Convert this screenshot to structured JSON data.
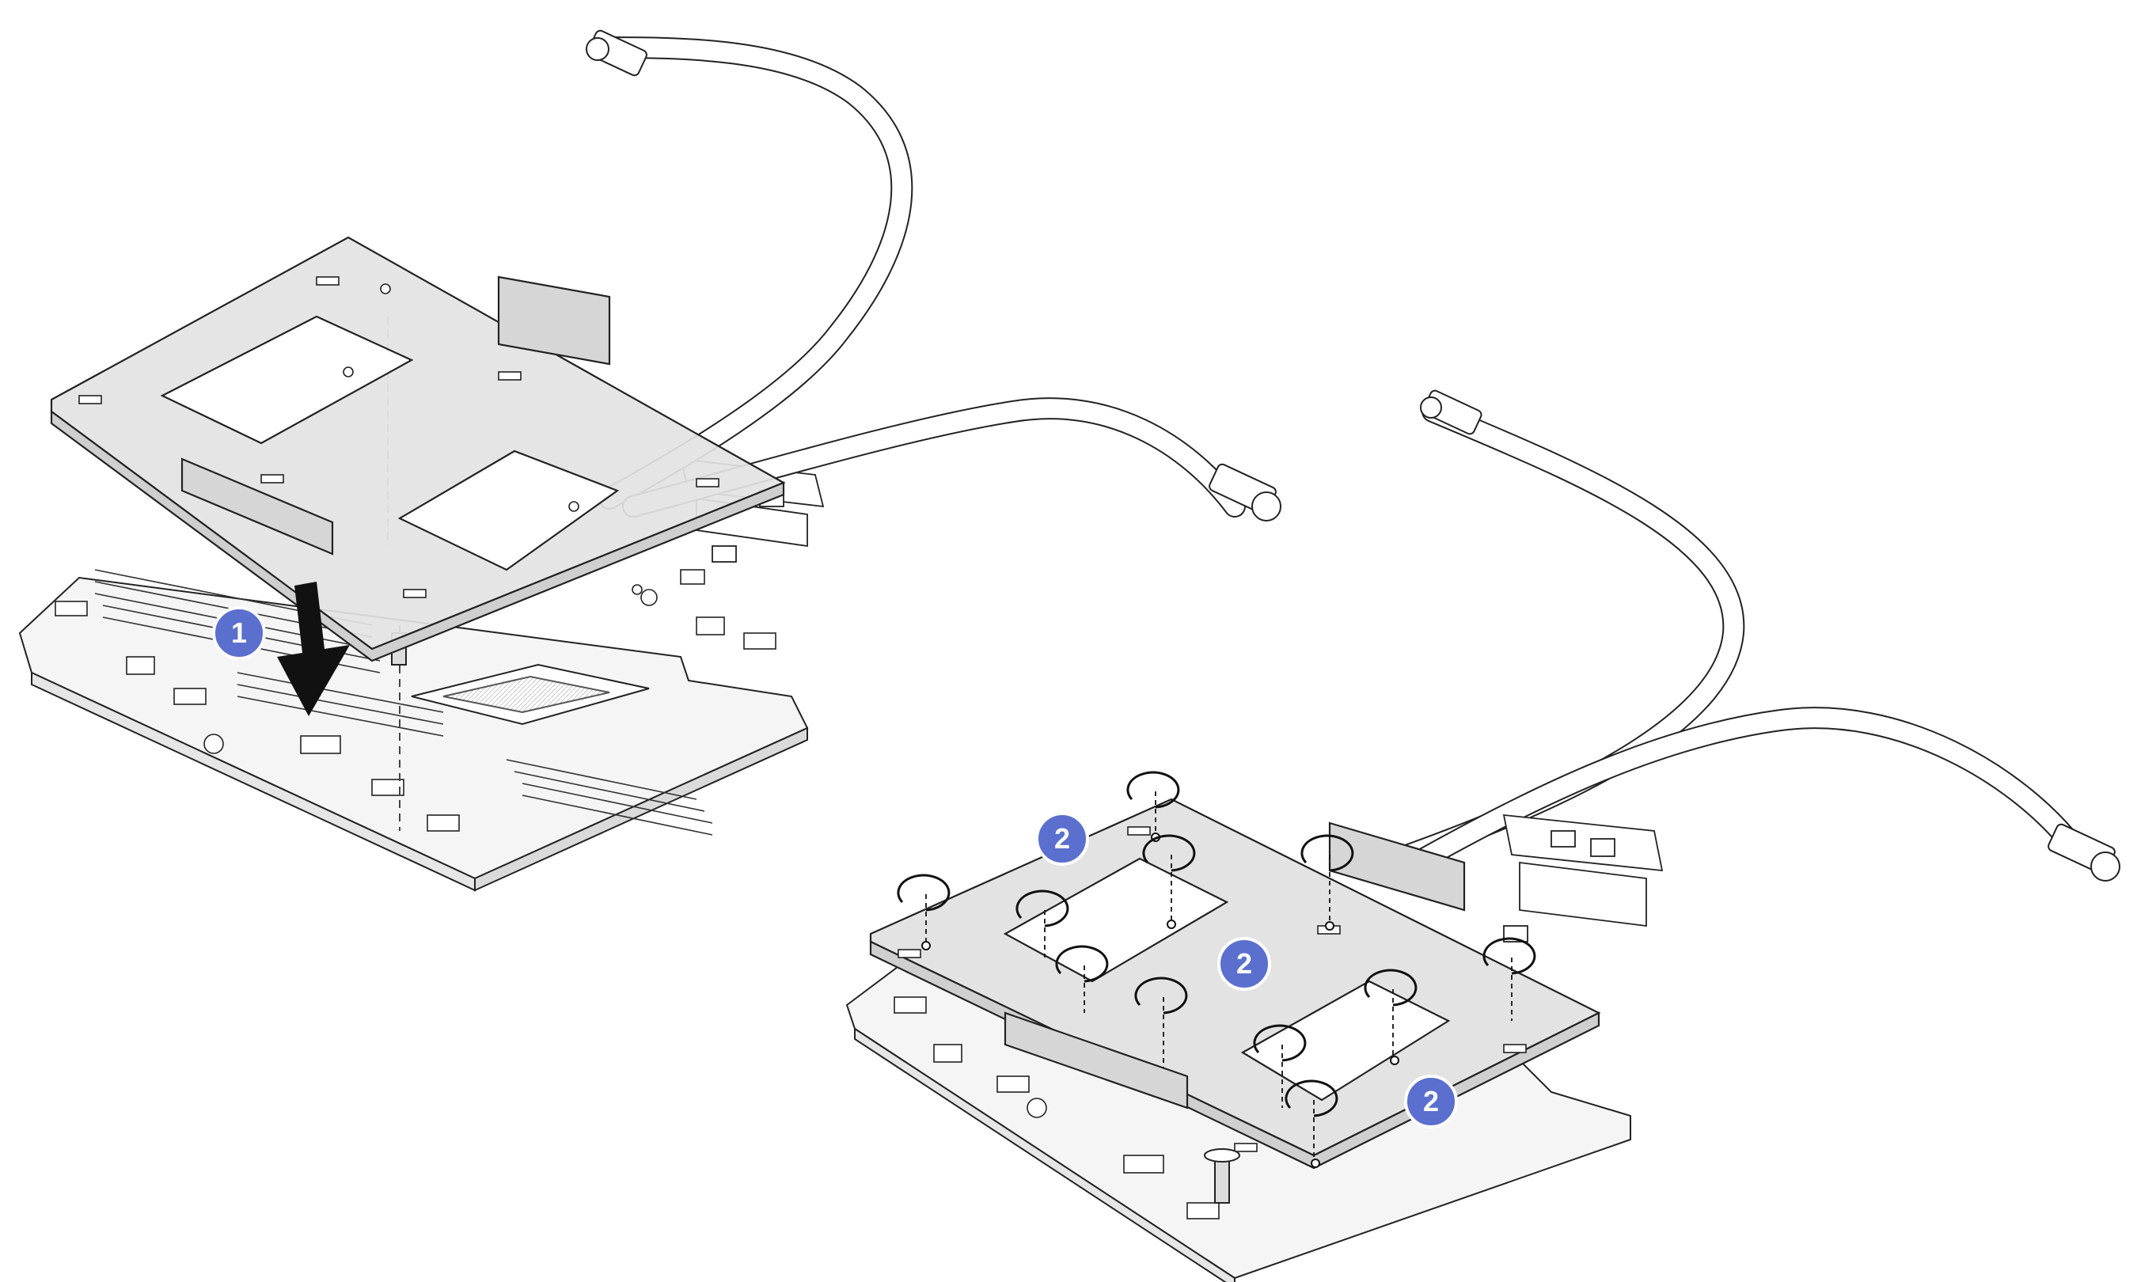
{
  "diagram": {
    "steps": [
      {
        "id": "1",
        "label": "1",
        "action": "lower-cold-plate-onto-board"
      },
      {
        "id": "2",
        "label": "2",
        "action": "tighten-captive-screws"
      }
    ],
    "callouts": [
      {
        "step": "1",
        "label": "1"
      },
      {
        "step": "2",
        "label": "2"
      },
      {
        "step": "2",
        "label": "2"
      },
      {
        "step": "2",
        "label": "2"
      }
    ],
    "colors": {
      "callout_fill": "#5a6fce",
      "callout_stroke": "#ffffff",
      "plate_fill": "#e3e3e3",
      "plate_fill_shadow": "#cfcfcf",
      "line": "#222222",
      "hose": "#ffffff",
      "arrow": "#111111",
      "board_fill": "#f4f4f4"
    },
    "icons": [
      "down-arrow-icon",
      "rotate-screw-icon",
      "hose-connector-icon"
    ]
  }
}
